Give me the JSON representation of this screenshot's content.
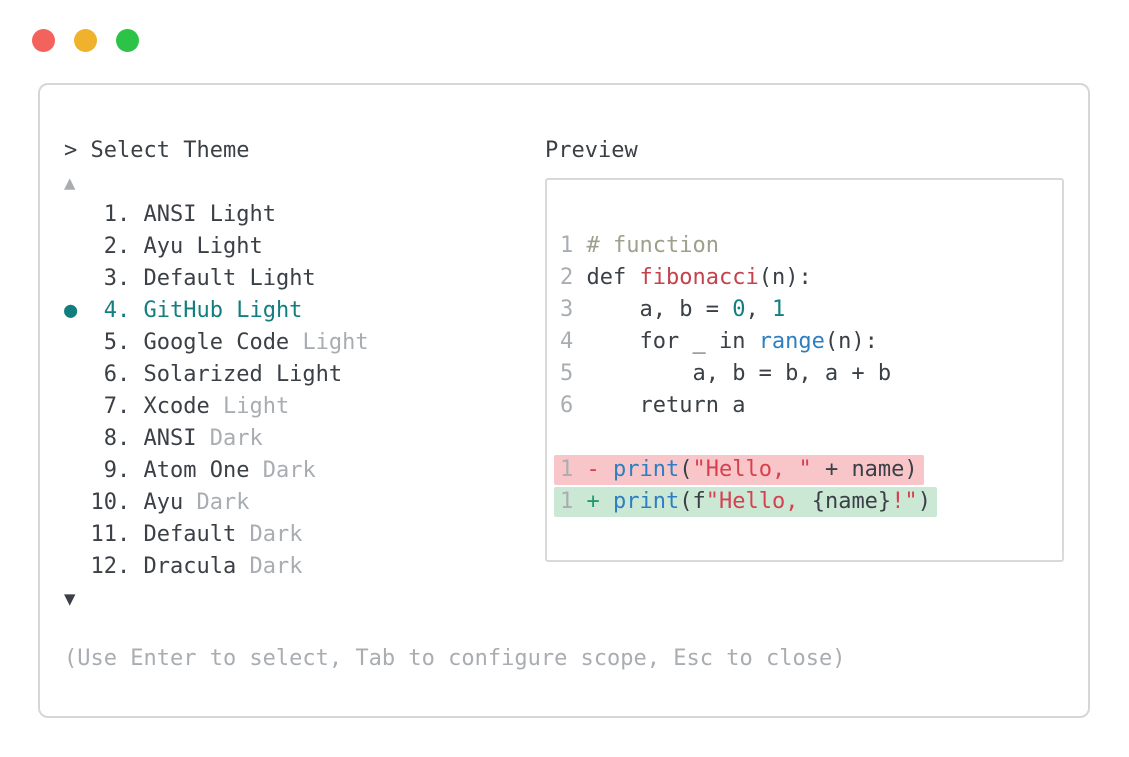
{
  "window": {
    "traffic_lights": [
      {
        "name": "close",
        "color": "#f4625d"
      },
      {
        "name": "minimize",
        "color": "#f0b12c"
      },
      {
        "name": "zoom",
        "color": "#2cc348"
      }
    ]
  },
  "selector": {
    "prompt_caret": ">",
    "title": "Select Theme",
    "scroll_up": "▲",
    "scroll_down": "▼",
    "bullet": "●",
    "items": [
      {
        "number": "1",
        "name": "ANSI",
        "variant": "Light",
        "variant_dim": false,
        "selected": false
      },
      {
        "number": "2",
        "name": "Ayu",
        "variant": "Light",
        "variant_dim": false,
        "selected": false
      },
      {
        "number": "3",
        "name": "Default",
        "variant": "Light",
        "variant_dim": false,
        "selected": false
      },
      {
        "number": "4",
        "name": "GitHub",
        "variant": "Light",
        "variant_dim": false,
        "selected": true
      },
      {
        "number": "5",
        "name": "Google Code",
        "variant": "Light",
        "variant_dim": true,
        "selected": false
      },
      {
        "number": "6",
        "name": "Solarized",
        "variant": "Light",
        "variant_dim": false,
        "selected": false
      },
      {
        "number": "7",
        "name": "Xcode",
        "variant": "Light",
        "variant_dim": true,
        "selected": false
      },
      {
        "number": "8",
        "name": "ANSI",
        "variant": "Dark",
        "variant_dim": true,
        "selected": false
      },
      {
        "number": "9",
        "name": "Atom One",
        "variant": "Dark",
        "variant_dim": true,
        "selected": false
      },
      {
        "number": "10",
        "name": "Ayu",
        "variant": "Dark",
        "variant_dim": true,
        "selected": false
      },
      {
        "number": "11",
        "name": "Default",
        "variant": "Dark",
        "variant_dim": true,
        "selected": false
      },
      {
        "number": "12",
        "name": "Dracula",
        "variant": "Dark",
        "variant_dim": true,
        "selected": false
      }
    ],
    "help_text": "(Use Enter to select, Tab to configure scope, Esc to close)"
  },
  "preview": {
    "label": "Preview",
    "code_lines": [
      {
        "num": "1",
        "tokens": [
          {
            "text": "# function",
            "color": "comment"
          }
        ]
      },
      {
        "num": "2",
        "tokens": [
          {
            "text": "def ",
            "color": "text"
          },
          {
            "text": "fibonacci",
            "color": "function"
          },
          {
            "text": "(n):",
            "color": "text"
          }
        ]
      },
      {
        "num": "3",
        "tokens": [
          {
            "text": "    a, b = ",
            "color": "text"
          },
          {
            "text": "0",
            "color": "number"
          },
          {
            "text": ", ",
            "color": "text"
          },
          {
            "text": "1",
            "color": "number"
          }
        ]
      },
      {
        "num": "4",
        "tokens": [
          {
            "text": "    for _ in ",
            "color": "text"
          },
          {
            "text": "range",
            "color": "builtin"
          },
          {
            "text": "(n):",
            "color": "text"
          }
        ]
      },
      {
        "num": "5",
        "tokens": [
          {
            "text": "        a, b = b, a + b",
            "color": "text"
          }
        ]
      },
      {
        "num": "6",
        "tokens": [
          {
            "text": "    return a",
            "color": "text"
          }
        ]
      },
      {
        "num": "",
        "tokens": []
      },
      {
        "num": "1",
        "bg": "removed",
        "tokens": [
          {
            "text": "- ",
            "color": "removed_sign"
          },
          {
            "text": "print",
            "color": "builtin"
          },
          {
            "text": "(",
            "color": "text"
          },
          {
            "text": "\"Hello, \"",
            "color": "string"
          },
          {
            "text": " + name)",
            "color": "text"
          }
        ]
      },
      {
        "num": "1",
        "bg": "added",
        "tokens": [
          {
            "text": "+ ",
            "color": "added_sign"
          },
          {
            "text": "print",
            "color": "builtin"
          },
          {
            "text": "(f",
            "color": "text"
          },
          {
            "text": "\"Hello, ",
            "color": "string"
          },
          {
            "text": "{name}",
            "color": "text"
          },
          {
            "text": "!\"",
            "color": "string"
          },
          {
            "text": ")",
            "color": "text"
          }
        ]
      }
    ]
  },
  "colors": {
    "text": "#3a4046",
    "dim": "#a9adb2",
    "selected": "#117e80",
    "comment": "#9ba18c",
    "function": "#c3424b",
    "number": "#117e80",
    "builtin": "#2e7fc1",
    "string": "#d6404f",
    "removed_sign": "#d6404f",
    "added_sign": "#1f9a6e",
    "removed_bg": "#f8c6c9",
    "added_bg": "#cbe8d4",
    "panel_border": "#d6d6d6",
    "preview_border": "#d9d9d9"
  }
}
